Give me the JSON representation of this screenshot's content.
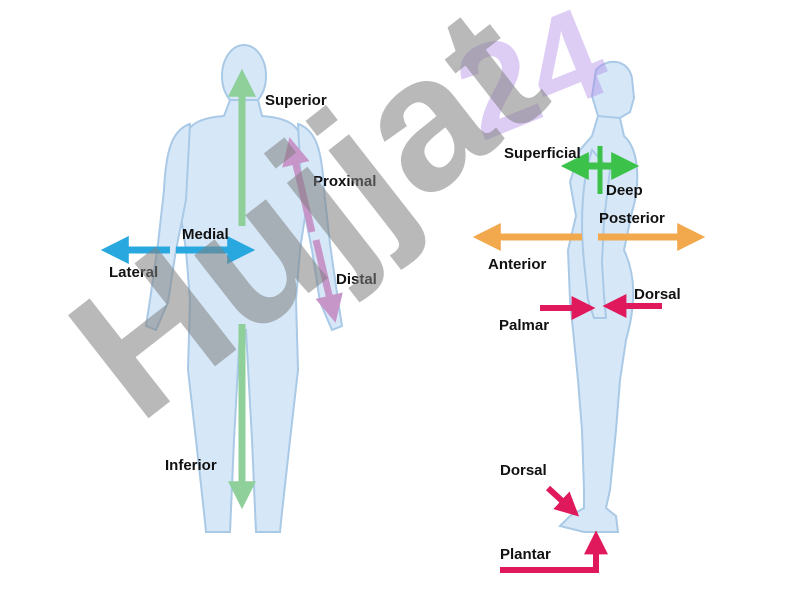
{
  "labels": {
    "superior": "Superior",
    "proximal": "Proximal",
    "medial": "Medial",
    "lateral": "Lateral",
    "distal": "Distal",
    "inferior": "Inferior",
    "superficial": "Superficial",
    "deep": "Deep",
    "posterior": "Posterior",
    "anterior": "Anterior",
    "dorsal_hand": "Dorsal",
    "palmar": "Palmar",
    "dorsal_foot": "Dorsal",
    "plantar": "Plantar"
  },
  "watermark": {
    "main": "Hujjat",
    "corner": "24"
  },
  "colors": {
    "body_fill": "#d6e8f8",
    "body_stroke": "#a9c9e6",
    "superior_inferior": "#8fcf9a",
    "proximal_distal": "#c796c8",
    "medial_lateral": "#29a8e0",
    "superficial_deep": "#3cc24a",
    "anterior_posterior": "#f2a94e",
    "dorsal_palmar_plantar": "#e0195c"
  }
}
